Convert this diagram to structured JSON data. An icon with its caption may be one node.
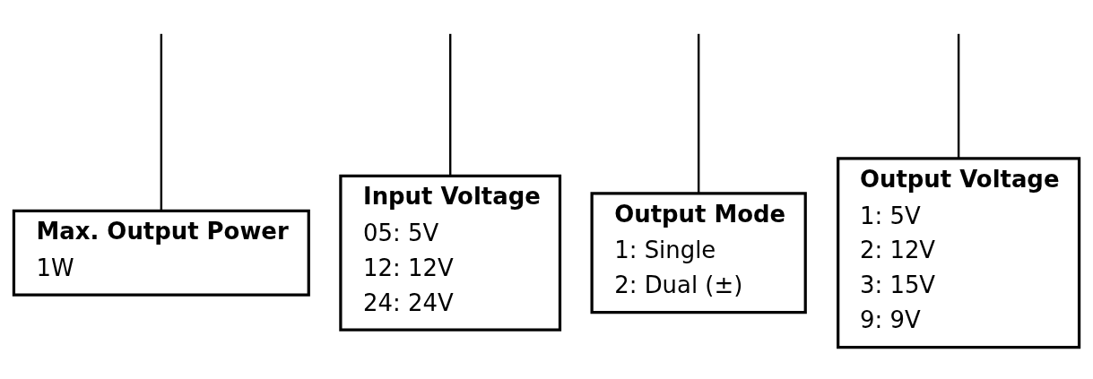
{
  "diagram": {
    "nodes": [
      {
        "text": [
          "Max. Output Power",
          "1W"
        ]
      },
      {
        "text": [
          "Input Voltage",
          "05: 5V",
          "12: 12V",
          "24: 24V"
        ]
      },
      {
        "text": [
          "Output Mode",
          "1: Single",
          "2: Dual (±)"
        ]
      },
      {
        "text": [
          "Output Voltage",
          "1: 5V",
          "2: 12V",
          "3: 15V",
          "9: 9V"
        ]
      }
    ],
    "edges": [
      {
        "from": null,
        "to": 0,
        "arrow": "none"
      },
      {
        "from": null,
        "to": 1,
        "arrow": "none"
      },
      {
        "from": null,
        "to": 2,
        "arrow": "none"
      },
      {
        "from": null,
        "to": 3,
        "arrow": "none"
      }
    ]
  }
}
